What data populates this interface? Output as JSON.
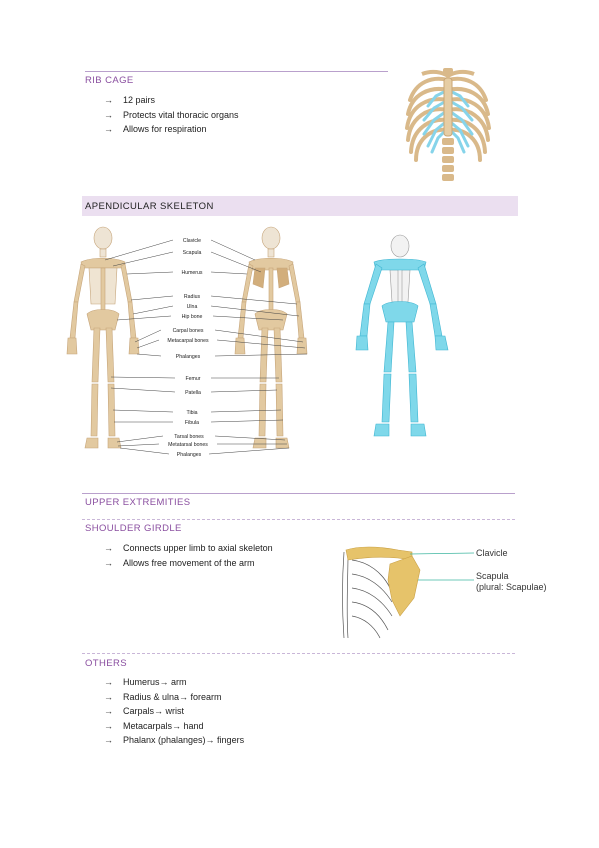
{
  "rib_cage": {
    "title": "RIB CAGE",
    "bullets": [
      "12 pairs",
      "Protects vital thoracic organs",
      "Allows for respiration"
    ],
    "arrow": "→"
  },
  "apendicular": {
    "title": "APENDICULAR SKELETON",
    "labels": [
      "Clavicle",
      "Scapula",
      "Humerus",
      "Radius",
      "Ulna",
      "Hip bone",
      "Carpal bones",
      "Metacarpal bones",
      "Phalanges",
      "Femur",
      "Patella",
      "Tibia",
      "Fibula",
      "Tarsal bones",
      "Metatarsal bones",
      "Phalanges"
    ]
  },
  "upper": {
    "title": "UPPER EXTREMITIES",
    "shoulder_title": "SHOULDER GIRDLE",
    "shoulder_bullets": [
      "Connects upper limb to axial skeleton",
      "Allows free movement of the arm"
    ],
    "shoulder_labels": {
      "clavicle": "Clavicle",
      "scapula": "Scapula",
      "scapula_plural": "(plural: Scapulae)"
    },
    "others_title": "OTHERS",
    "others_bullets": [
      "Humerus→ arm",
      "Radius & ulna→ forearm",
      "Carpals→ wrist",
      "Metacarpals→ hand",
      "Phalanx (phalanges)→ fingers"
    ]
  },
  "colors": {
    "accent": "#8a4fa0",
    "rule": "#b9a0cc",
    "band": "#ebdff0",
    "bone": "#e2c9a0",
    "highlight_blue": "#7fd8ea",
    "highlight_gold": "#e6c36a"
  }
}
